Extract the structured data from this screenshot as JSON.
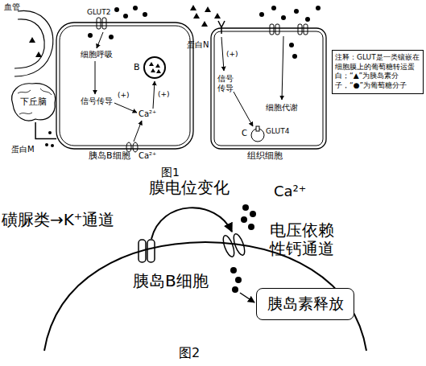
{
  "diagram": {
    "nodes": [
      {
        "text": [
          "下丘脑"
        ]
      },
      {
        "text": [
          "胰岛B细胞"
        ]
      },
      {
        "text": [
          "B"
        ],
        "in": 1
      },
      {
        "text": [
          "组织细胞"
        ]
      },
      {
        "text": [
          "注释：GLUT是一类镶嵌在细胞膜上的葡萄糖转运蛋白；“▲”为胰岛素分子，“●”为葡萄糖分子"
        ]
      },
      {
        "text": [
          "胰岛B细胞"
        ]
      },
      {
        "text": [
          "胰岛素释放"
        ],
        "in": 5
      }
    ],
    "edges": [
      {
        "from": 0,
        "to": 1,
        "arrow": "none"
      }
    ],
    "labels": [
      "血管",
      "GLUT2",
      "细胞呼吸",
      "信号传导",
      "(+)",
      "Ca²⁺",
      "(+)",
      "Ca²⁺",
      "蛋白M",
      "蛋白N",
      "信号传导",
      "(+)",
      "细胞代谢",
      "C",
      "GLUT4",
      "图1",
      "磺脲类→K⁺通道",
      "膜电位变化",
      "Ca²⁺",
      "电压依赖性钙通道",
      "图2"
    ]
  }
}
